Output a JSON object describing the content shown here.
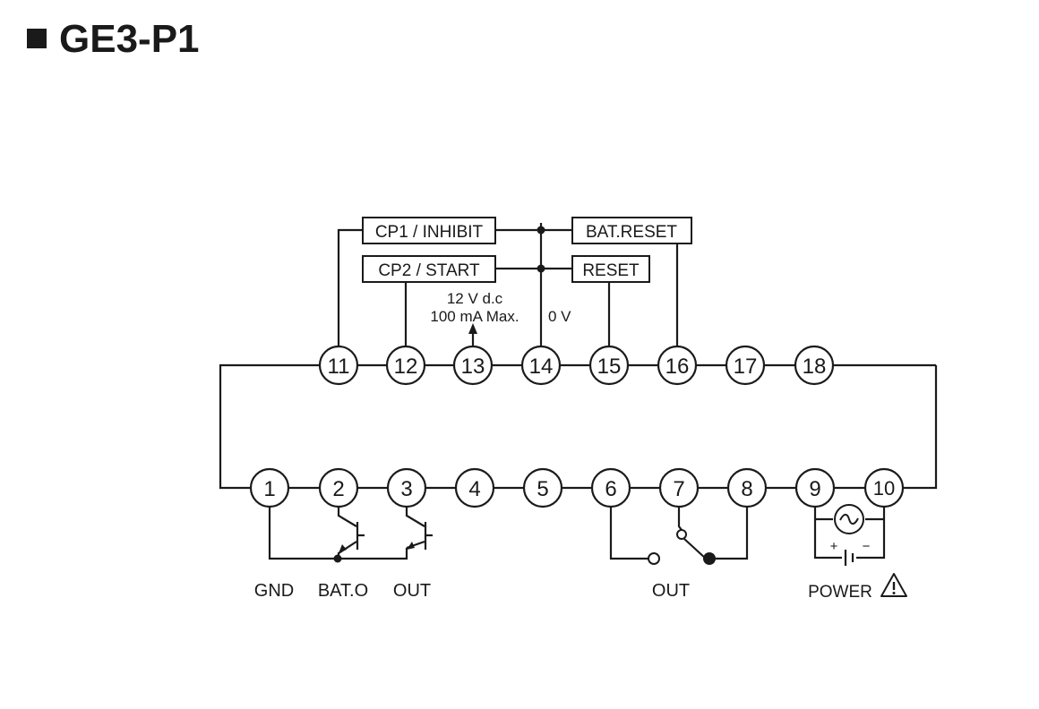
{
  "title": "GE3-P1",
  "boxes": {
    "cp1_inhibit": "CP1 / INHIBIT",
    "cp2_start": "CP2 / START",
    "bat_reset": "BAT.RESET",
    "reset": "RESET"
  },
  "supply": {
    "voltage": "12 V d.c",
    "current": "100 mA Max.",
    "zero": "0 V"
  },
  "terminals_top": [
    "11",
    "12",
    "13",
    "14",
    "15",
    "16",
    "17",
    "18"
  ],
  "terminals_bottom": [
    "1",
    "2",
    "3",
    "4",
    "5",
    "6",
    "7",
    "8",
    "9",
    "10"
  ],
  "labels": {
    "gnd": "GND",
    "bat_o": "BAT.O",
    "out_transistor": "OUT",
    "out_relay": "OUT",
    "power": "POWER"
  },
  "polarity": {
    "plus": "+",
    "minus": "−"
  },
  "icons": {
    "warning": "warning-triangle-icon",
    "ac": "ac-source-icon",
    "dc": "dc-battery-icon"
  }
}
